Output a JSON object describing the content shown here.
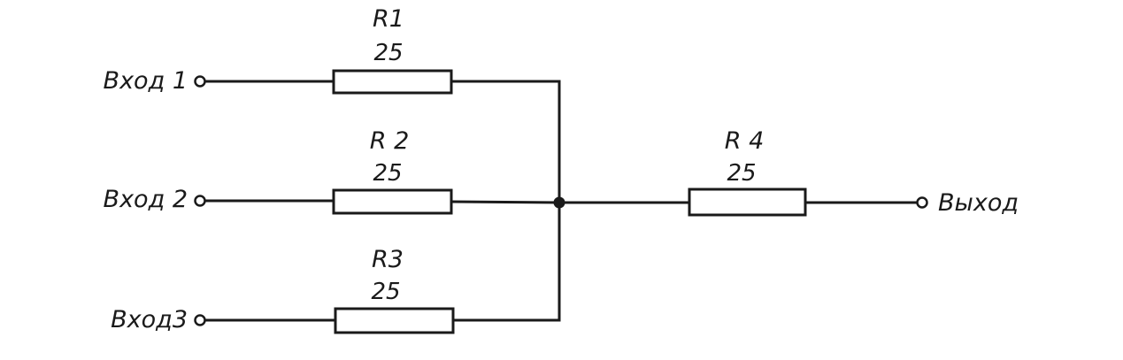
{
  "inputs": [
    {
      "label": "Вход 1"
    },
    {
      "label": "Вход 2"
    },
    {
      "label": "Вход3"
    }
  ],
  "output": {
    "label": "Выход"
  },
  "resistors": [
    {
      "name": "R1",
      "value": "25"
    },
    {
      "name": "R 2",
      "value": "25"
    },
    {
      "name": "R3",
      "value": "25"
    },
    {
      "name": "R 4",
      "value": "25"
    }
  ],
  "colors": {
    "ink": "#1a1a1a",
    "paper": "#ffffff"
  }
}
